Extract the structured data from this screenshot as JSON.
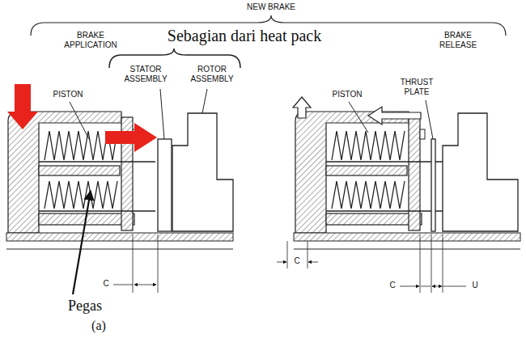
{
  "diagram": {
    "labels": [
      "NEW BRAKE",
      "BRAKE APPLICATION",
      "Sebagian dari heat pack",
      "STATOR ASSEMBLY",
      "ROTOR ASSEMBLY",
      "BRAKE RELEASE",
      "PISTON",
      "THRUST PLATE",
      "PISTON",
      "C",
      "C",
      "C",
      "U",
      "Pegas",
      "(a)"
    ]
  }
}
